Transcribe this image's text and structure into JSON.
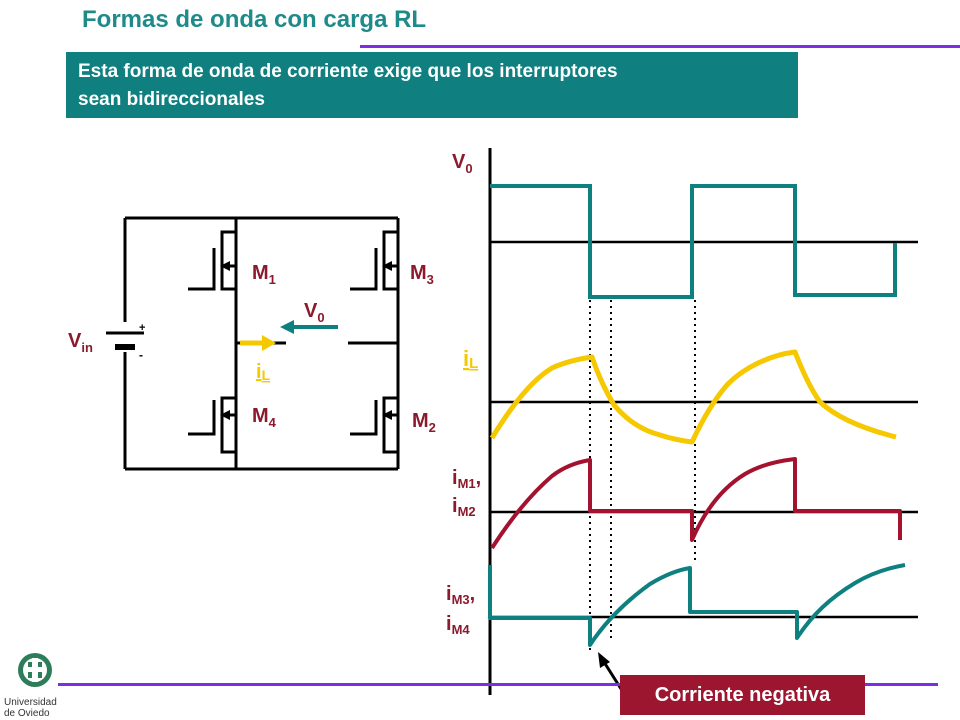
{
  "title": "Formas de onda con carga RL",
  "banner": {
    "line1": "Esta forma de onda de corriente exige que los interruptores",
    "line2": "sean bidireccionales"
  },
  "circuit": {
    "vin": {
      "main": "V",
      "sub": "in"
    },
    "m1": {
      "main": "M",
      "sub": "1"
    },
    "m2": {
      "main": "M",
      "sub": "2"
    },
    "m3": {
      "main": "M",
      "sub": "3"
    },
    "m4": {
      "main": "M",
      "sub": "4"
    },
    "v0": {
      "main": "V",
      "sub": "0"
    },
    "il": {
      "main": "i",
      "sub": "L"
    },
    "plus": "+",
    "minus": "-"
  },
  "waveforms": {
    "v0": {
      "main": "V",
      "sub": "0"
    },
    "il": {
      "main": "i",
      "sub": "L"
    },
    "im12": {
      "main1": "i",
      "sub1": "M1",
      "comma": ",",
      "main2": "i",
      "sub2": "M2"
    },
    "im34": {
      "main1": "i",
      "sub1": "M3",
      "comma": ",",
      "main2": "i",
      "sub2": "M4"
    }
  },
  "negative_label": "Corriente negativa",
  "logo": {
    "line1": "Universidad",
    "line2": "de Oviedo"
  },
  "colors": {
    "teal": "#0f7f7f",
    "yellow": "#f5c800",
    "crimson": "#a3122f",
    "purple": "#7a2ee6",
    "title": "#1f8a8a"
  }
}
